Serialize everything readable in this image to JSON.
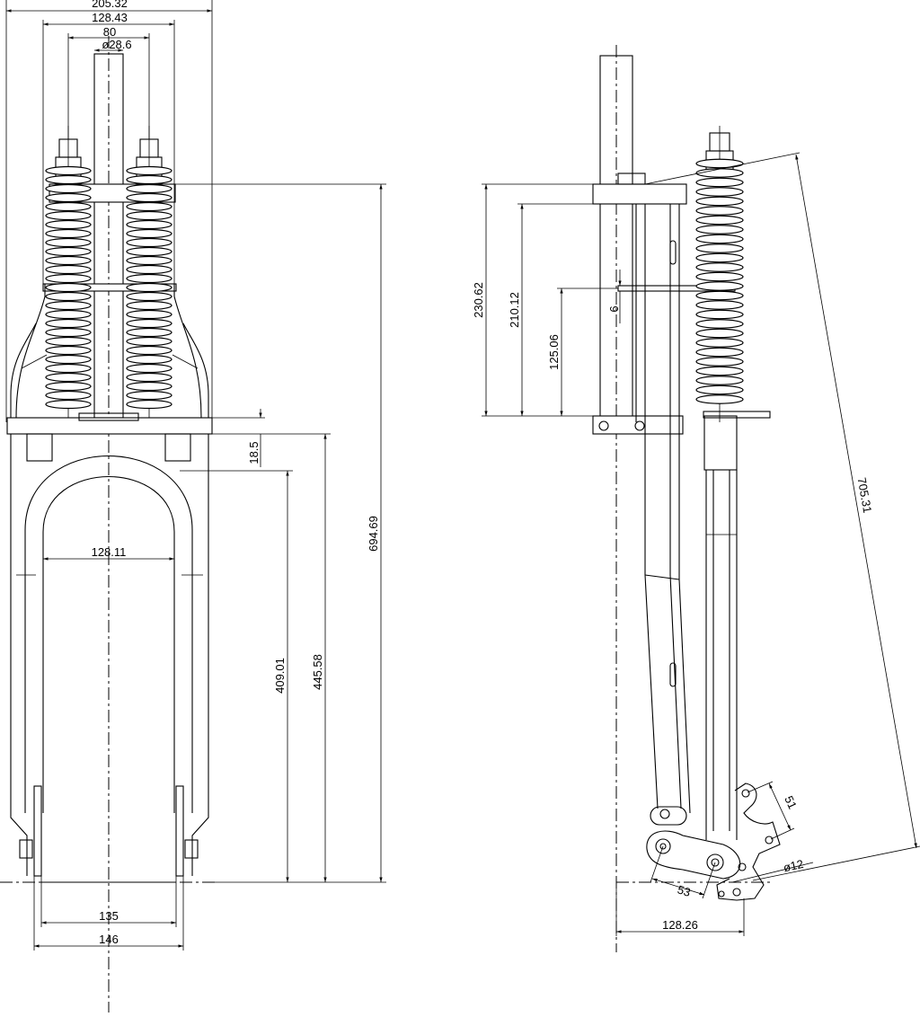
{
  "drawing": {
    "front_view": {
      "dimensions": {
        "overall_width": "205.32",
        "spring_spacing": "128.43",
        "stem_spacing": "80",
        "steerer_diameter": "ø28.6",
        "crown_gap": "18.5",
        "arch_width": "128.11",
        "arch_height": "409.01",
        "axle_to_crown": "445.58",
        "overall_height": "694.69",
        "dropout_inner": "135",
        "dropout_outer": "146"
      }
    },
    "side_view": {
      "dimensions": {
        "upper_length": "230.62",
        "bracket_height": "210.12",
        "mid_height": "125.06",
        "small_gap": "6",
        "diagonal_length": "705.31",
        "link_width": "51",
        "link_length": "53",
        "axle_diameter": "ø12",
        "offset": "128.26"
      }
    }
  }
}
